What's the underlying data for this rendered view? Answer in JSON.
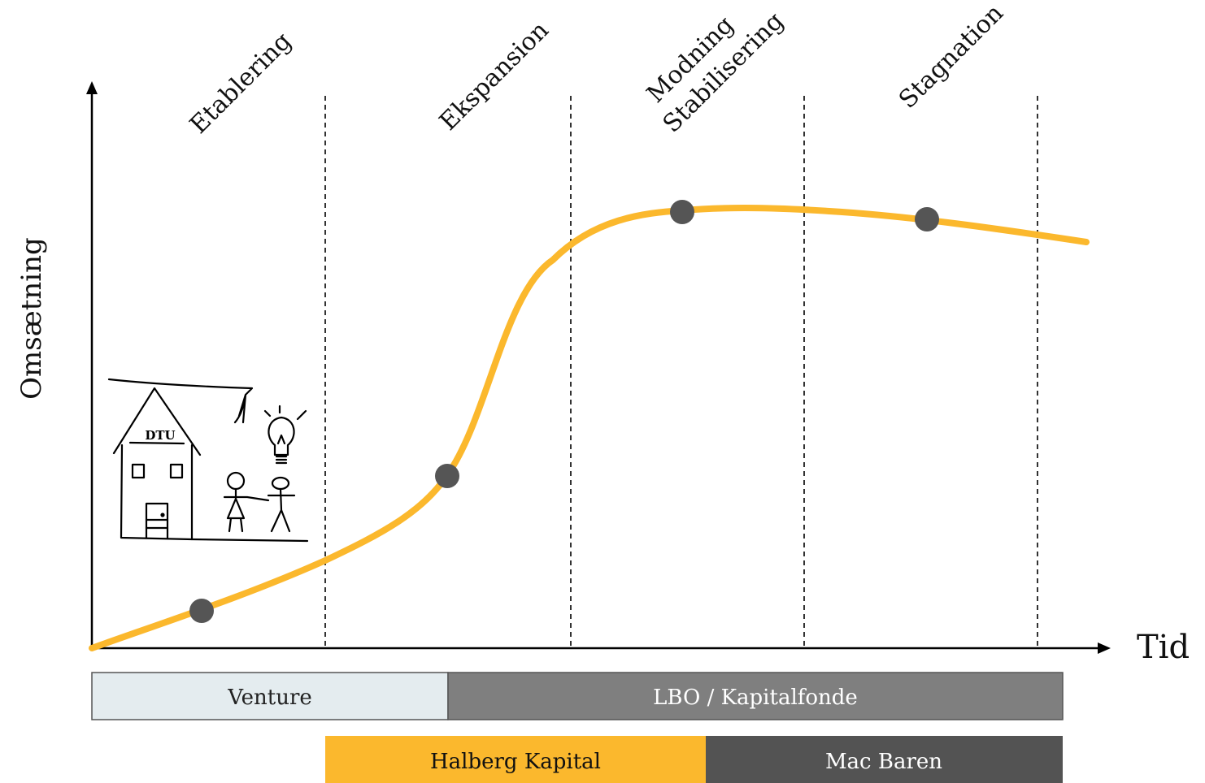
{
  "axes": {
    "y_label": "Omsætning",
    "x_label": "Tid"
  },
  "phases": [
    {
      "lines": [
        "Etablering"
      ]
    },
    {
      "lines": [
        "Ekspansion"
      ]
    },
    {
      "lines": [
        "Modning",
        "Stabilisering"
      ]
    },
    {
      "lines": [
        "Stagnation"
      ]
    }
  ],
  "illustration": {
    "building_label": "DTU"
  },
  "financing_bars": {
    "row1": [
      {
        "label": "Venture",
        "color": "#e4ecef",
        "text_color": "#222222"
      },
      {
        "label": "LBO / Kapitalfonde",
        "color": "#7f7f7f",
        "text_color": "#ffffff"
      }
    ],
    "row2": [
      {
        "label": "Halberg Kapital",
        "color": "#fbb82d",
        "text_color": "#111111"
      },
      {
        "label": "Mac Baren",
        "color": "#535353",
        "text_color": "#ffffff"
      }
    ]
  },
  "colors": {
    "curve": "#fbb82d",
    "markers": "#555555",
    "axis": "#000000"
  }
}
